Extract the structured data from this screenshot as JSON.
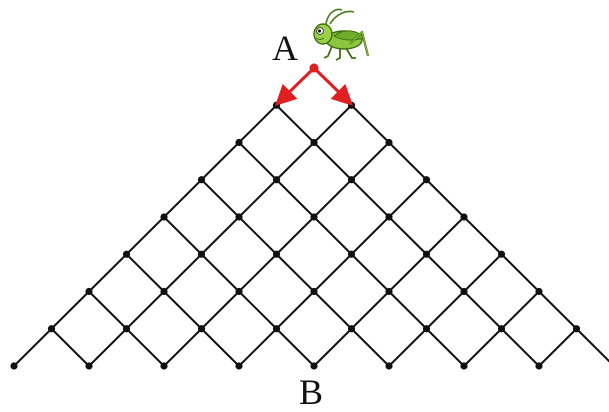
{
  "diagram": {
    "labels": {
      "start": "A",
      "end": "B"
    },
    "grid": {
      "rows": 8,
      "description_icon": "grasshopper-icon"
    },
    "colors": {
      "lattice": "#111111",
      "node": "#111111",
      "arrow": "#e02020",
      "start_dot": "#e02020"
    }
  }
}
